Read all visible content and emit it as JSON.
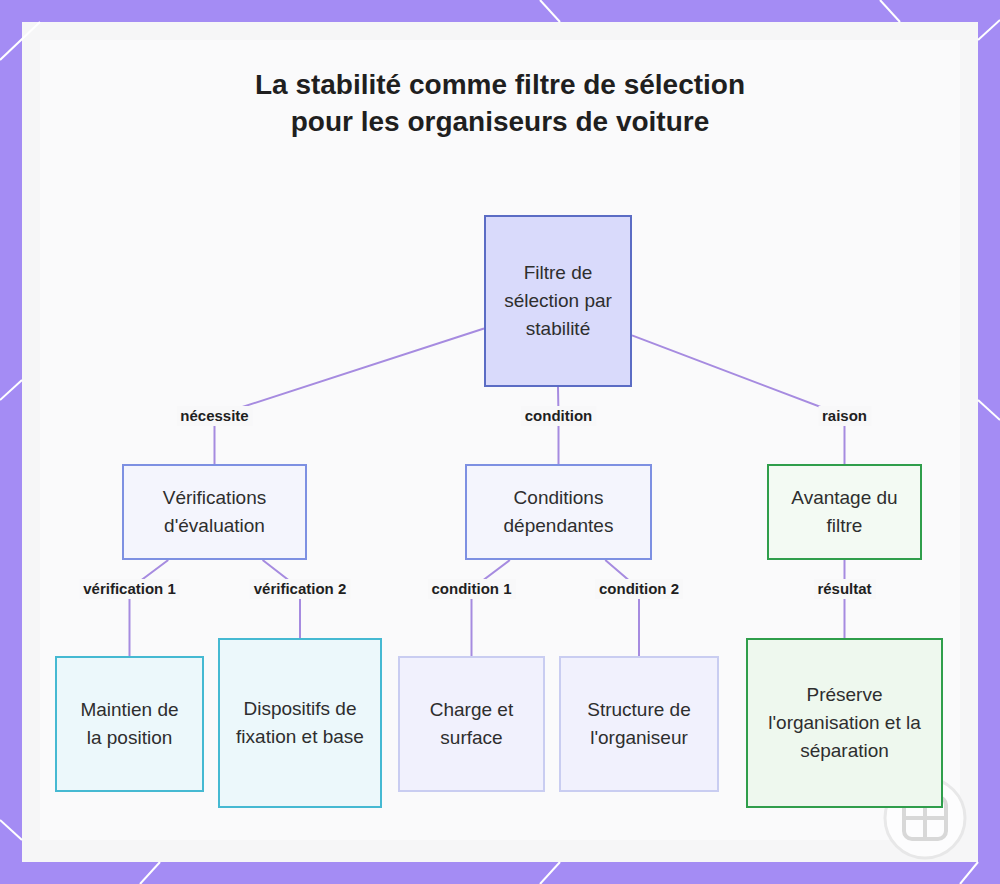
{
  "diagram": {
    "title": "La stabilité comme filtre de sélection pour les organiseurs de voiture",
    "nodes": [
      {
        "text": [
          "Filtre de sélection par stabilité"
        ]
      },
      {
        "text": [
          "Vérifications d'évaluation"
        ]
      },
      {
        "text": [
          "Conditions dépendantes"
        ]
      },
      {
        "text": [
          "Avantage du filtre"
        ]
      },
      {
        "text": [
          "Maintien de la position"
        ]
      },
      {
        "text": [
          "Dispositifs de fixation et base"
        ]
      },
      {
        "text": [
          "Charge et surface"
        ]
      },
      {
        "text": [
          "Structure de l'organiseur"
        ]
      },
      {
        "text": [
          "Préserve l'organisation et la séparation"
        ]
      }
    ],
    "edges": [
      {
        "from": 0,
        "to": 1,
        "label": "nécessite",
        "arrow": "none"
      },
      {
        "from": 0,
        "to": 2,
        "label": "condition",
        "arrow": "none"
      },
      {
        "from": 0,
        "to": 3,
        "label": "raison",
        "arrow": "none"
      },
      {
        "from": 1,
        "to": 4,
        "label": "vérification 1",
        "arrow": "none"
      },
      {
        "from": 1,
        "to": 5,
        "label": "vérification 2",
        "arrow": "none"
      },
      {
        "from": 2,
        "to": 6,
        "label": "condition 1",
        "arrow": "none"
      },
      {
        "from": 2,
        "to": 7,
        "label": "condition 2",
        "arrow": "none"
      },
      {
        "from": 3,
        "to": 8,
        "label": "résultat",
        "arrow": "none"
      }
    ]
  }
}
